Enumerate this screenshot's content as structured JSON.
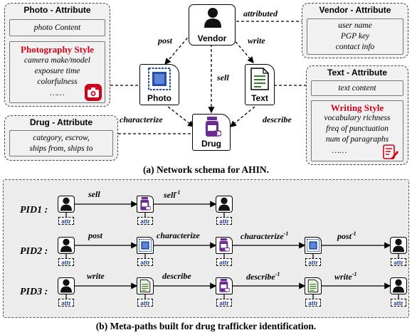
{
  "schema": {
    "photo_attr": {
      "title": "Photo - Attribute",
      "content": "photo Content",
      "style_title": "Photography Style",
      "style_lines": [
        "camera make/model",
        "exposure time",
        "colorfulness",
        "……"
      ]
    },
    "vendor_attr": {
      "title": "Vendor - Attribute",
      "lines": [
        "user name",
        "PGP key",
        "contact info"
      ]
    },
    "text_attr": {
      "title": "Text - Attribute",
      "content": "text content",
      "style_title": "Writing Style",
      "style_lines": [
        "vocabulary richness",
        "freq of punctuation",
        "num of paragraphs",
        "……"
      ]
    },
    "drug_attr": {
      "title": "Drug - Attribute",
      "lines": [
        "category, escrow,",
        "ships from, ships to"
      ]
    },
    "nodes": {
      "vendor": "Vendor",
      "photo": "Photo",
      "text": "Text",
      "drug": "Drug"
    },
    "edges": {
      "attributed": "attributed",
      "post": "post",
      "write": "write",
      "sell": "sell",
      "characterize": "characterize",
      "describe": "describe"
    },
    "caption": "(a) Network schema for AHIN."
  },
  "metapaths": {
    "attr_label": "attr",
    "rows": [
      {
        "id": "PID1 :",
        "edges": [
          "sell",
          "sell"
        ],
        "inverse": [
          false,
          true
        ]
      },
      {
        "id": "PID2 :",
        "edges": [
          "post",
          "characterize",
          "characterize",
          "post"
        ],
        "inverse": [
          false,
          false,
          true,
          true
        ]
      },
      {
        "id": "PID3 :",
        "edges": [
          "write",
          "describe",
          "describe",
          "write"
        ],
        "inverse": [
          false,
          false,
          true,
          true
        ]
      }
    ],
    "inv_sup": "-1",
    "caption": "(b) Meta-paths built for drug trafficker identification."
  },
  "colors": {
    "accent_red": "#d0021b",
    "photo_blue": "#1f4fa8",
    "drug_purple": "#6a2c91",
    "text_green": "#3c7a2c"
  }
}
